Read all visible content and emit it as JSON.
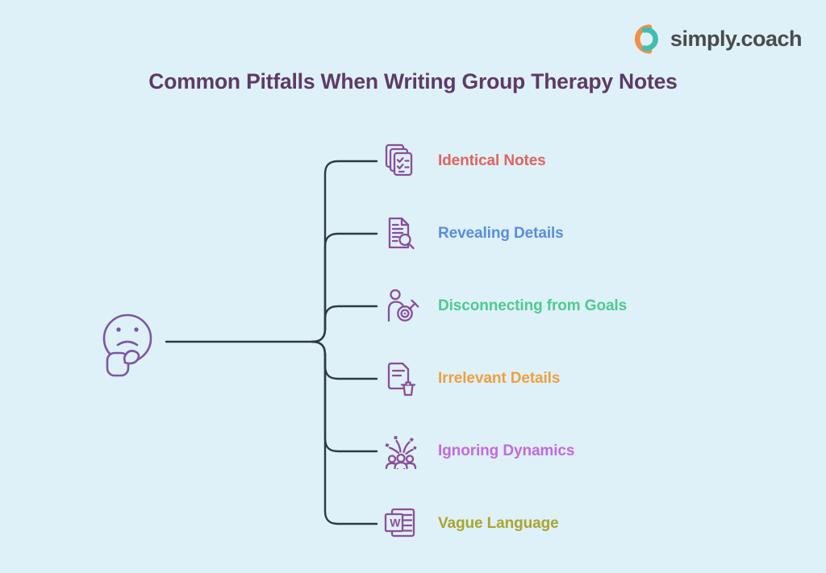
{
  "colors": {
    "background": "#def1f8",
    "line": "#2c3a40",
    "icon_purple": "#8a4d9c",
    "face_purple": "#7c55a8",
    "title_purple": "#5e3a68",
    "logo_text": "#4a4a4a",
    "logo_orange": "#f0914a",
    "logo_teal": "#41bdb2"
  },
  "logo": {
    "text": "simply.coach",
    "icon": "simply-coach-logo-icon"
  },
  "title": {
    "text": "Common Pitfalls When Writing Group Therapy Notes"
  },
  "diagram": {
    "root_icon": "thinking-face-icon",
    "vague_icon_letter": "W",
    "items": [
      {
        "label": "Identical Notes",
        "color": "#e4625e",
        "icon": "identical-notes-icon"
      },
      {
        "label": "Revealing Details",
        "color": "#5b8ce0",
        "icon": "revealing-details-icon"
      },
      {
        "label": "Disconnecting from Goals",
        "color": "#4ecb8d",
        "icon": "disconnecting-from-goals-icon"
      },
      {
        "label": "Irrelevant Details",
        "color": "#efa03f",
        "icon": "irrelevant-details-icon"
      },
      {
        "label": "Ignoring Dynamics",
        "color": "#c26ae0",
        "icon": "ignoring-dynamics-icon"
      },
      {
        "label": "Vague Language",
        "color": "#aaa42f",
        "icon": "vague-language-icon"
      }
    ]
  }
}
